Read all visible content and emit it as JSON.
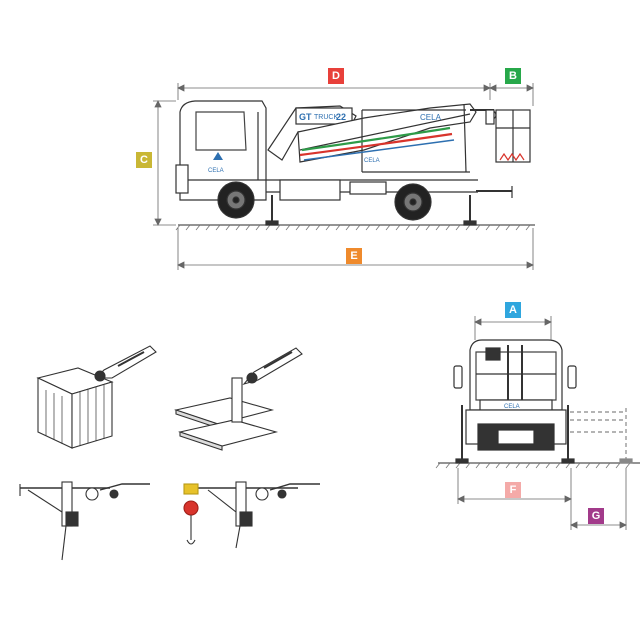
{
  "dimensions": [
    {
      "key": "D",
      "label": "D",
      "color": "#e8403a"
    },
    {
      "key": "B",
      "label": "B",
      "color": "#27a84a"
    },
    {
      "key": "C",
      "label": "C",
      "color": "#c9b735"
    },
    {
      "key": "E",
      "label": "E",
      "color": "#ef8a2c"
    },
    {
      "key": "A",
      "label": "A",
      "color": "#2fa6de"
    },
    {
      "key": "F",
      "label": "F",
      "color": "#f4aaa8"
    },
    {
      "key": "G",
      "label": "G",
      "color": "#a23a8a"
    }
  ],
  "truck": {
    "brand": "CELA",
    "model_logo": "GT TRUCK 22",
    "accent_colors": [
      "#2e9b48",
      "#d8342c",
      "#2d6fb0"
    ]
  },
  "icons": [
    "truck-side-view",
    "truck-rear-view",
    "basket-attachment",
    "fork-platform-attachment",
    "hoist-hook-attachment"
  ]
}
